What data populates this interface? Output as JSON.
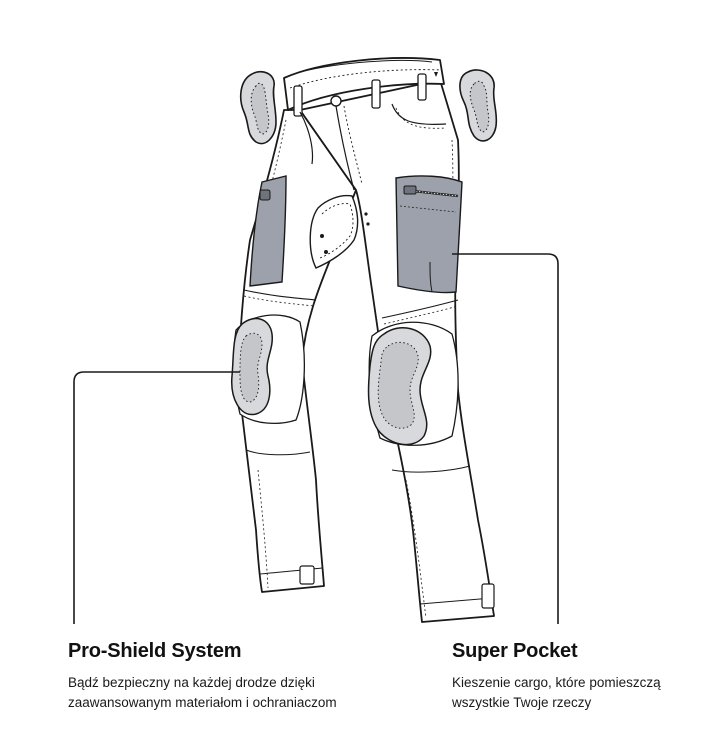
{
  "features": [
    {
      "title": "Pro-Shield System",
      "desc_line1": "Bądź bezpieczny na każdej drodze dzięki",
      "desc_line2": "zaawansowanym materiałom i ochraniaczom"
    },
    {
      "title": "Super Pocket",
      "desc_line1": "Kieszenie cargo, które pomieszczą",
      "desc_line2": "wszystkie Twoje rzeczy"
    }
  ],
  "colors": {
    "outline": "#1a1a1a",
    "pocket": "#9ca1ab",
    "protector": "#d8d9dc",
    "pants": "#ffffff",
    "text": "#111111"
  }
}
